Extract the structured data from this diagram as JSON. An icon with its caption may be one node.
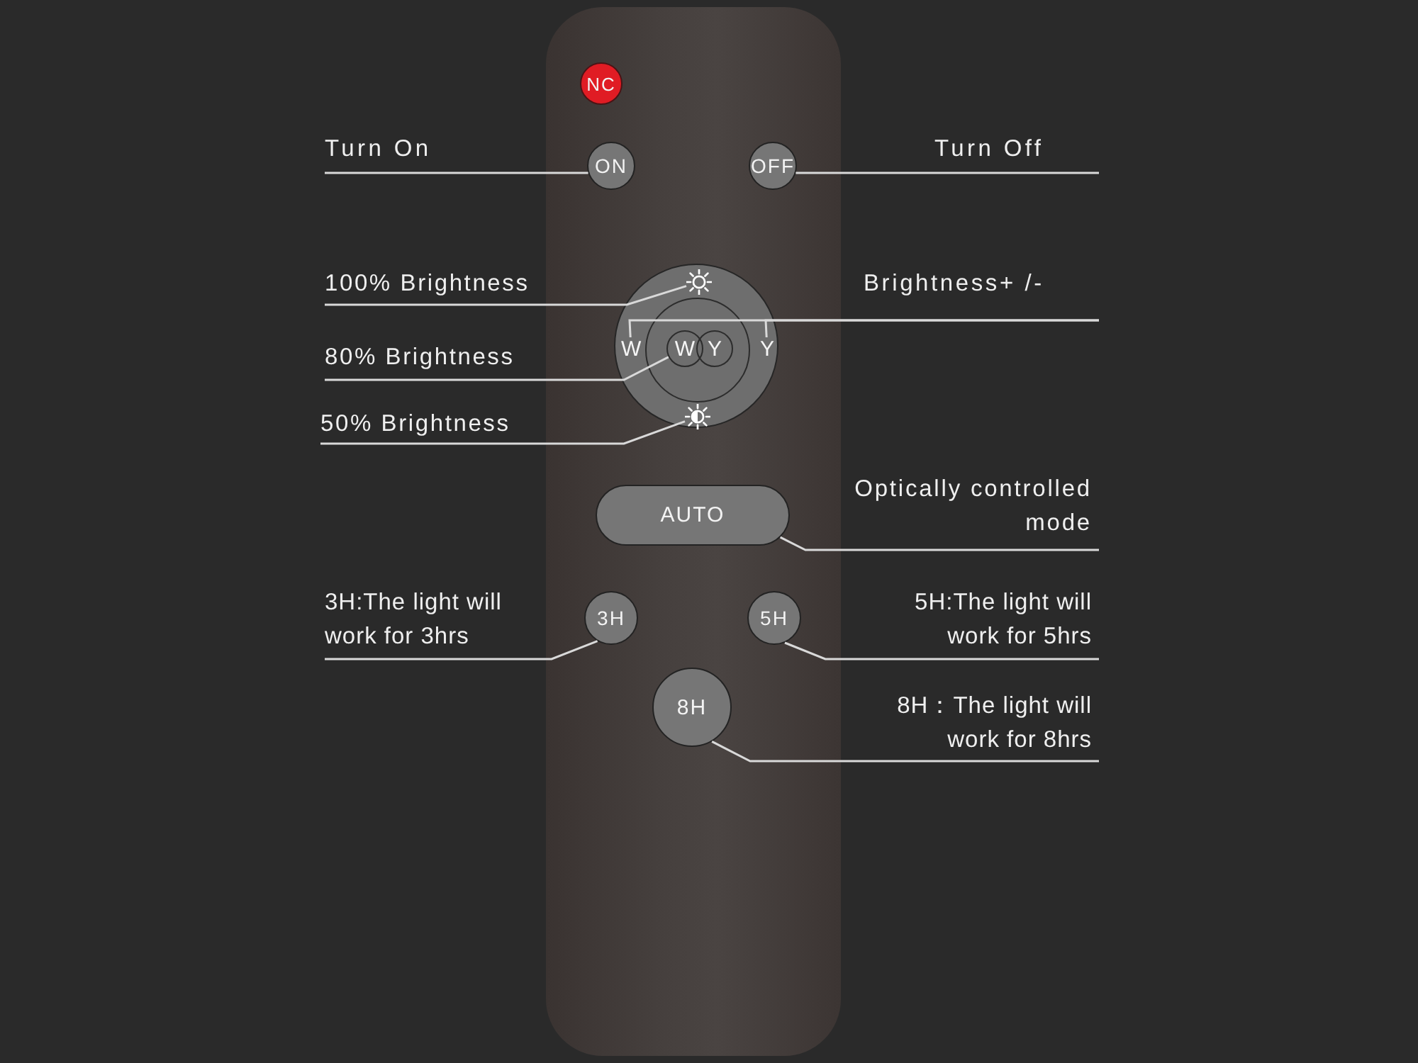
{
  "diagram": {
    "nodes": [
      {
        "text": [],
        "shape": "box"
      },
      {
        "text": [
          "NC"
        ],
        "in": 0
      },
      {
        "text": [
          "Turn On"
        ]
      },
      {
        "text": [
          "ON"
        ],
        "in": 0
      },
      {
        "text": [
          "OFF"
        ],
        "in": 0
      },
      {
        "text": [
          "Turn Off"
        ]
      },
      {
        "text": [],
        "shape": "circle",
        "in": 0
      },
      {
        "text": [
          "100% Brightness"
        ]
      },
      {
        "text": [],
        "shape": "sun",
        "in": 6
      },
      {
        "text": [
          "Brightness+ /-"
        ]
      },
      {
        "text": [
          "W"
        ],
        "in": 6
      },
      {
        "text": [],
        "shape": "circle",
        "in": 6
      },
      {
        "text": [
          "W"
        ],
        "in": 11
      },
      {
        "text": [
          "Y"
        ],
        "in": 11
      },
      {
        "text": [
          "Y"
        ],
        "in": 6
      },
      {
        "text": [
          "80% Brightness"
        ]
      },
      {
        "text": [
          "50% Brightness"
        ]
      },
      {
        "text": [],
        "shape": "sun",
        "in": 6
      },
      {
        "text": [
          "Optically controlled mode"
        ]
      },
      {
        "text": [
          "AUTO"
        ],
        "in": 0
      },
      {
        "text": [
          "3H:The light will work for 3hrs"
        ]
      },
      {
        "text": [
          "3H"
        ],
        "in": 0
      },
      {
        "text": [
          "5H"
        ],
        "in": 0
      },
      {
        "text": [
          "5H:The light will work for 5hrs"
        ]
      },
      {
        "text": [
          "8H"
        ],
        "in": 0
      },
      {
        "text": [
          "8H：The light will work for 8hrs"
        ]
      }
    ],
    "edges": [
      {
        "from": 2,
        "to": 3,
        "arrow": "none"
      },
      {
        "from": 5,
        "to": 4,
        "arrow": "none"
      },
      {
        "from": 7,
        "to": 8,
        "arrow": "none"
      },
      {
        "from": 9,
        "to": 10,
        "arrow": "none"
      },
      {
        "from": 9,
        "to": 14,
        "arrow": "none"
      },
      {
        "from": 15,
        "to": 12,
        "arrow": "none"
      },
      {
        "from": 16,
        "to": 17,
        "arrow": "none"
      },
      {
        "from": 18,
        "to": 19,
        "arrow": "none"
      },
      {
        "from": 20,
        "to": 21,
        "arrow": "none"
      },
      {
        "from": 23,
        "to": 22,
        "arrow": "none"
      },
      {
        "from": 25,
        "to": 24,
        "arrow": "none"
      }
    ]
  }
}
